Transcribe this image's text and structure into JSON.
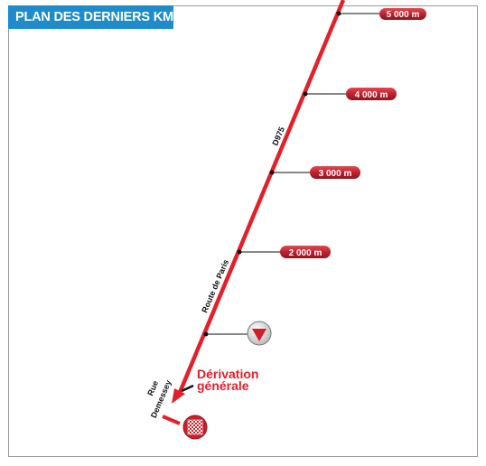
{
  "title": "PLAN DES DERNIERS KM",
  "markers": [
    {
      "label": "5 000 m"
    },
    {
      "label": "4 000 m"
    },
    {
      "label": "3 000 m"
    },
    {
      "label": "2 000 m"
    }
  ],
  "roads": {
    "d975": "D975",
    "route_de_paris": "Route de Paris",
    "rue": "Rue",
    "demessey": "Demessey"
  },
  "deviation": {
    "line1": "Dérivation",
    "line2": "générale"
  },
  "icons": {
    "flamme_rouge": "red-triangle-icon",
    "finish": "checkered-flag-icon"
  },
  "colors": {
    "route": "#e3202a",
    "banner": "#1e8ccc",
    "pill": "#c0212e"
  }
}
